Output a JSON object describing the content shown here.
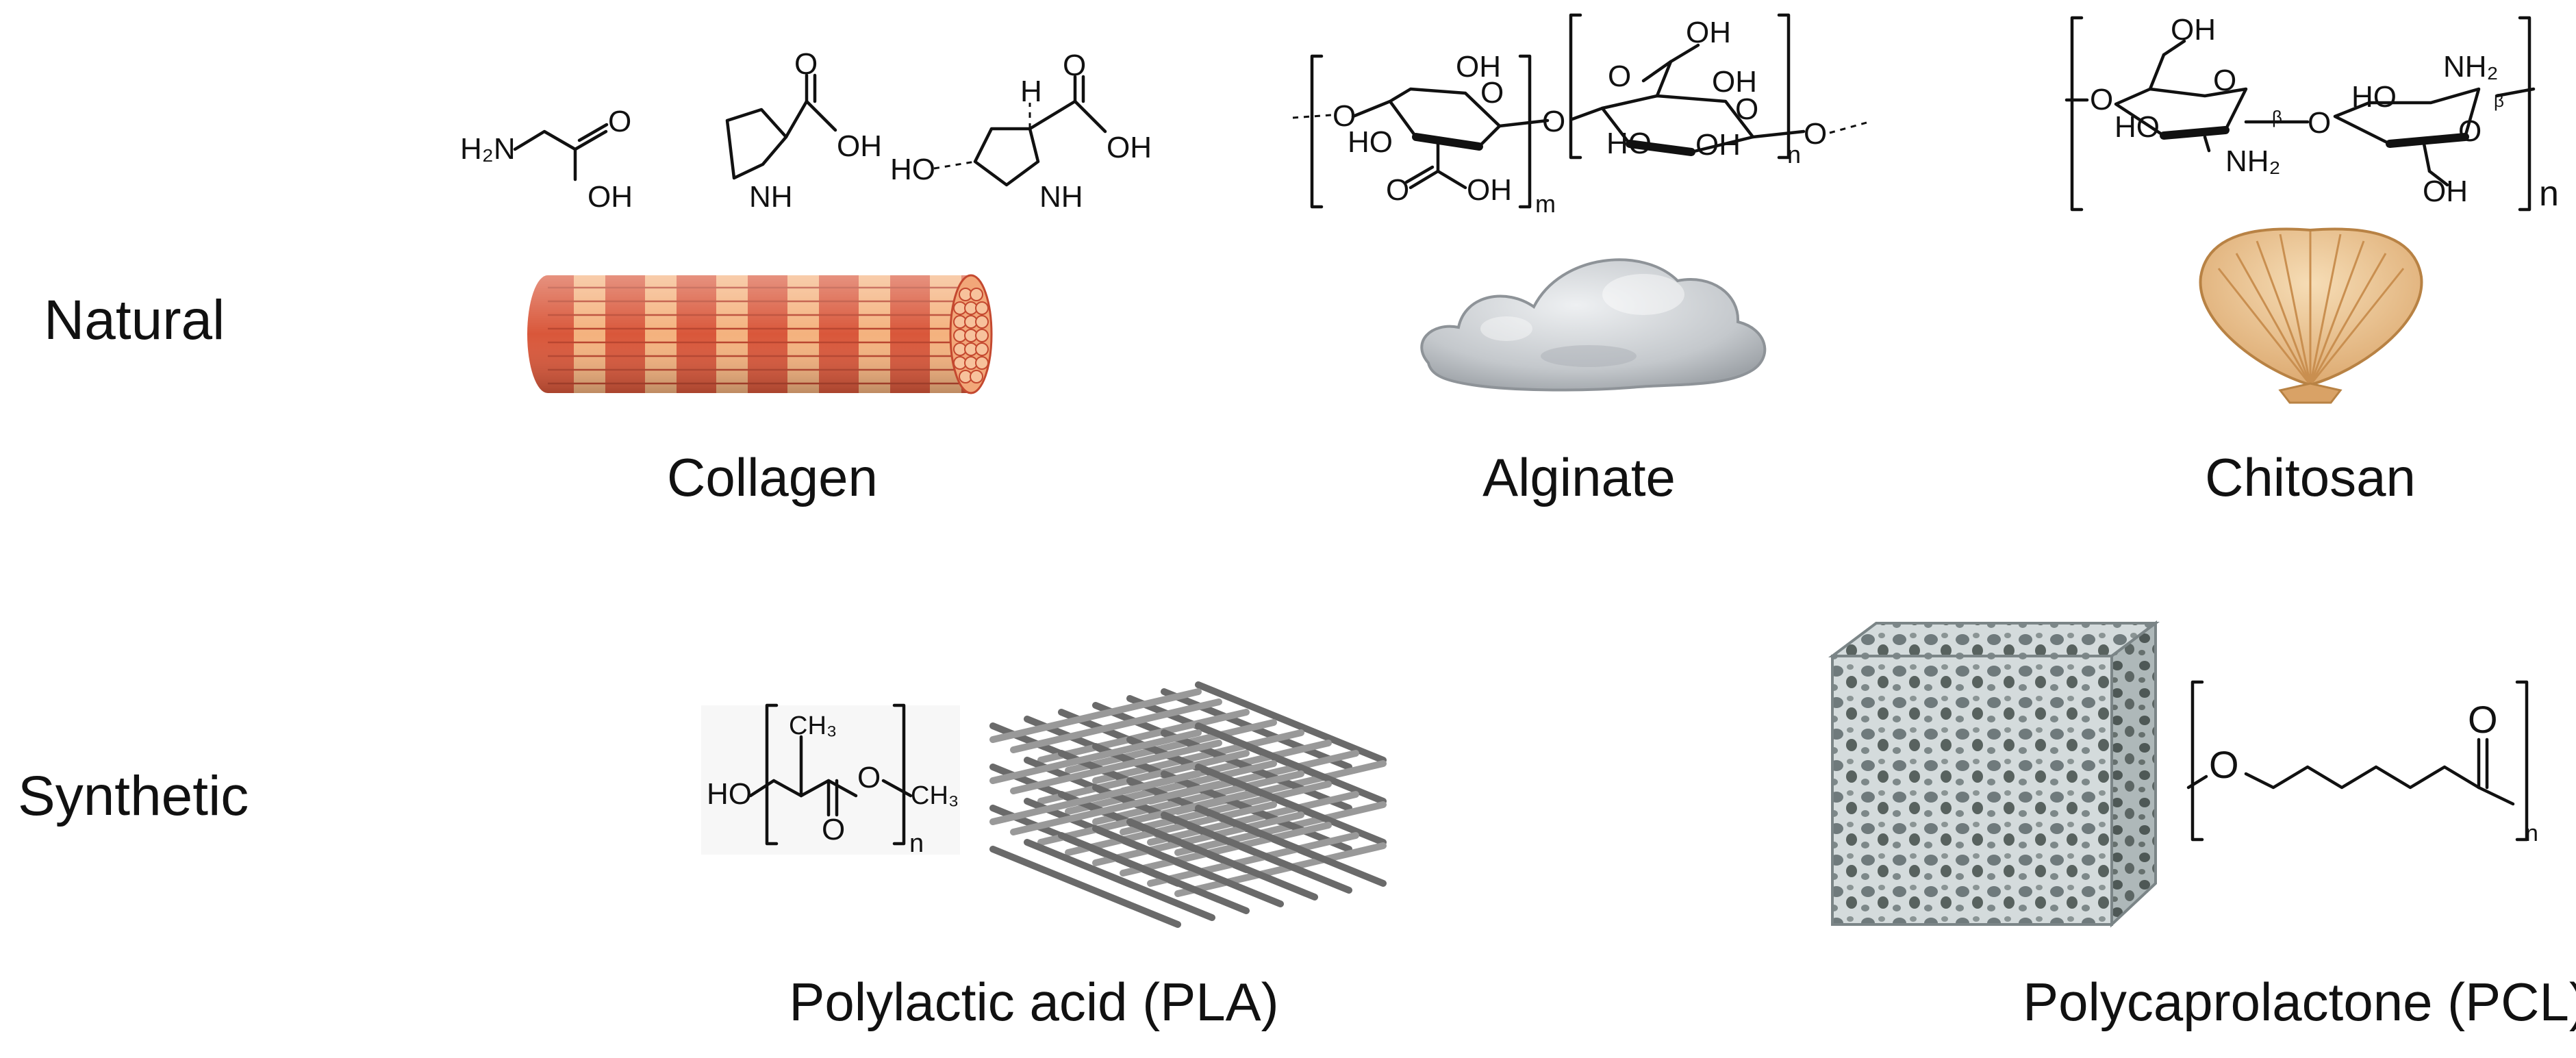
{
  "rows": {
    "natural": "Natural",
    "synthetic": "Synthetic"
  },
  "materials": {
    "collagen": "Collagen",
    "alginate": "Alginate",
    "chitosan": "Chitosan",
    "pla": "Polylactic acid (PLA)",
    "pcl": "Polycaprolactone (PCL)"
  },
  "chem_labels": {
    "h2n": "H₂N",
    "o": "O",
    "oh": "OH",
    "ho": "HO",
    "nh": "NH",
    "h": "H",
    "nh2": "NH₂",
    "ch3": "CH₃",
    "m": "m",
    "n": "n",
    "beta": "β"
  },
  "colors": {
    "collagen_dark": "#d9573a",
    "collagen_light": "#f4b27e",
    "alginate": "#c9ccd0",
    "shell": "#e9c592",
    "lattice": "#8e8e8e",
    "foam": "#c8d0d2"
  }
}
